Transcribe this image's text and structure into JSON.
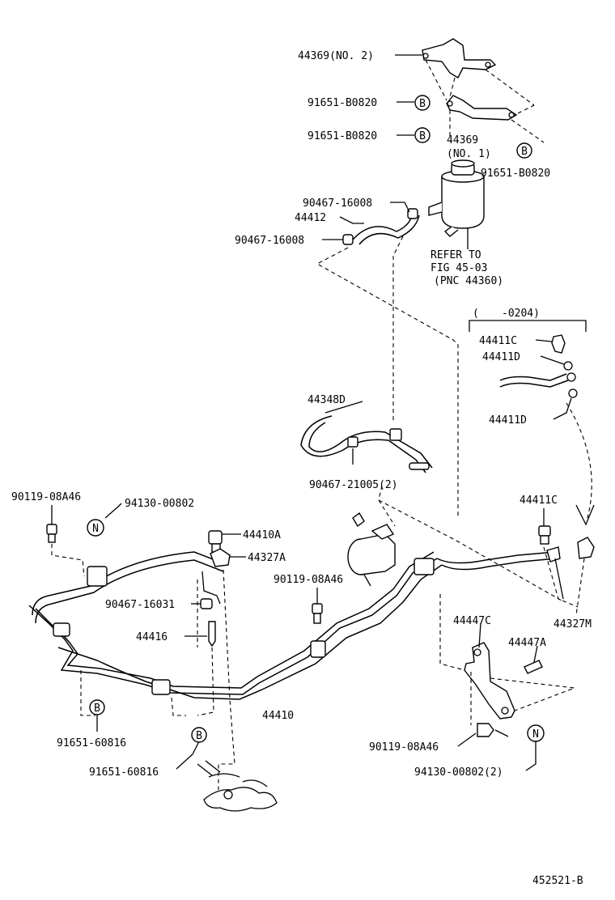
{
  "labels": {
    "l01": "44369(NO. 2)",
    "l02": "91651-B0820",
    "l03": "91651-B0820",
    "l04": "44369",
    "l05": "(NO. 1)",
    "l06": "91651-B0820",
    "l07": "90467-16008",
    "l08": "44412",
    "l09": "90467-16008",
    "l10": "REFER TO",
    "l11": "FIG 45-03",
    "l12": "(PNC 44360)",
    "l13": "(",
    "l14": "-0204)",
    "l15": "44411C",
    "l16": "44411D",
    "l17": "44411D",
    "l18": "44348D",
    "l19": "90467-21005(2)",
    "l20": "90119-08A46",
    "l21": "94130-00802",
    "l22": "44410A",
    "l23": "44327A",
    "l24": "44411C",
    "l25": "90119-08A46",
    "l26": "90467-16031",
    "l27": "44416",
    "l28": "44447C",
    "l29": "44447A",
    "l30": "44327M",
    "l31": "44410",
    "l32": "91651-60816",
    "l33": "91651-60816",
    "l34": "90119-08A46",
    "l35": "94130-00802(2)",
    "l36": "452521-B"
  },
  "markers": {
    "b": "B",
    "n": "N"
  }
}
